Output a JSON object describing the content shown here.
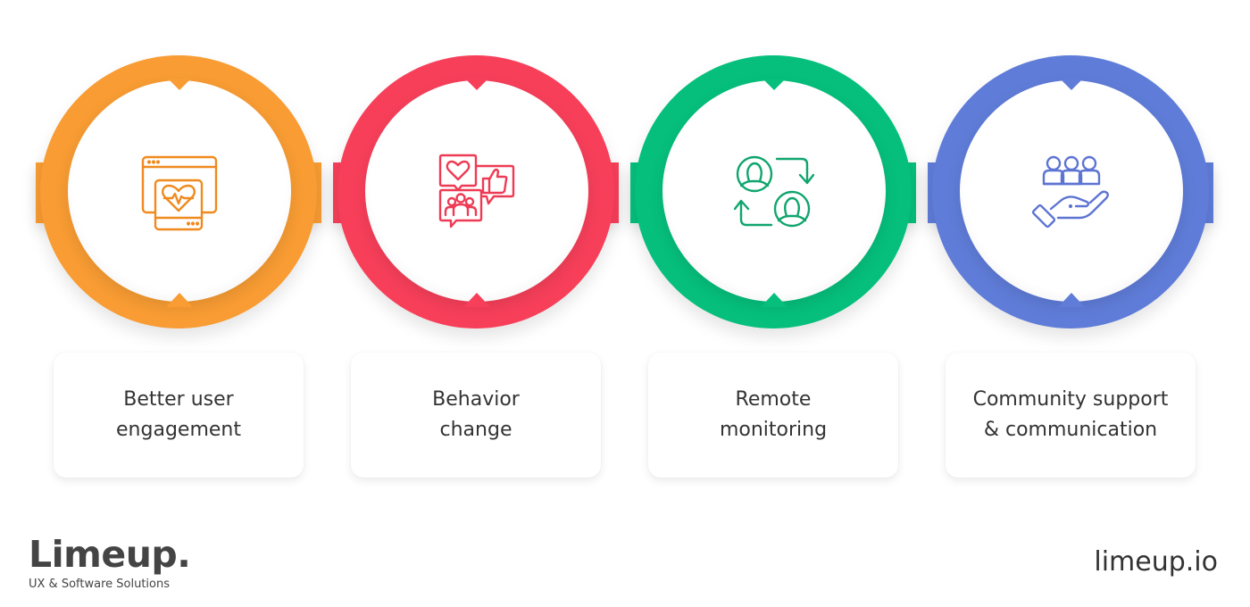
{
  "steps": [
    {
      "label_line1": "Better user",
      "label_line2": "engagement",
      "color": "#F89C33",
      "icon": "heart-monitor-icon"
    },
    {
      "label_line1": "Behavior",
      "label_line2": "change",
      "color": "#F73F5A",
      "icon": "social-feedback-icon"
    },
    {
      "label_line1": "Remote",
      "label_line2": "monitoring",
      "color": "#06BF7C",
      "icon": "user-exchange-icon"
    },
    {
      "label_line1": "Community support",
      "label_line2": "& communication",
      "color": "#5F7CD8",
      "icon": "community-hand-icon"
    }
  ],
  "branding": {
    "logo_name": "Limeup.",
    "logo_tagline": "UX & Software Solutions",
    "website": "limeup.io"
  }
}
